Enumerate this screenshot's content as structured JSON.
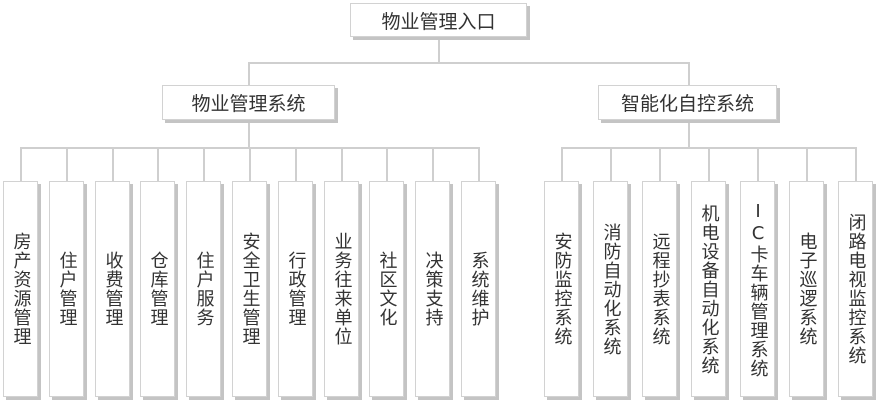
{
  "root": {
    "label": "物业管理入口"
  },
  "groups": [
    {
      "label": "物业管理系统",
      "children": [
        "房产资源管理",
        "住户管理",
        "收费管理",
        "仓库管理",
        "住户服务",
        "安全卫生管理",
        "行政管理",
        "业务往来单位",
        "社区文化",
        "决策支持",
        "系统维护"
      ]
    },
    {
      "label": "智能化自控系统",
      "children": [
        "安防监控系统",
        "消防自动化系统",
        "远程抄表系统",
        "机电设备自动化系统",
        "IC卡车辆管理系统",
        "电子巡逻系统",
        "闭路电视监控系统"
      ]
    }
  ]
}
